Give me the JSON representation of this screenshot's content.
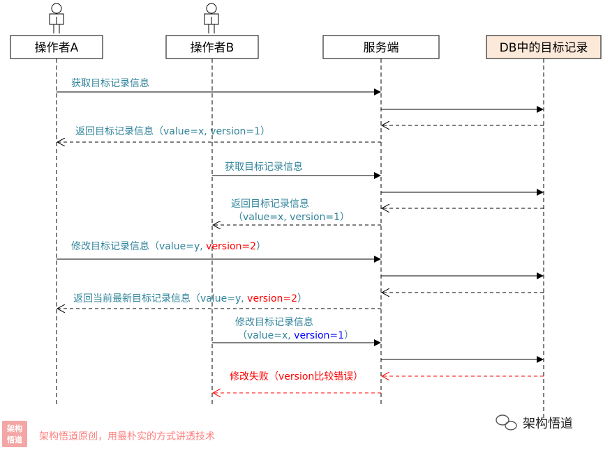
{
  "actors": {
    "a": "操作者A",
    "b": "操作者B",
    "server": "服务端",
    "db": "DB中的目标记录"
  },
  "messages": {
    "m1": "获取目标记录信息",
    "m2": "返回目标记录信息（value=x, version=1）",
    "m3": "获取目标记录信息",
    "m4_line1": "返回目标记录信息",
    "m4_line2": "（value=x, version=1）",
    "m5_prefix": "修改目标记录信息（value=y, ",
    "m5_version": "version=2",
    "m5_suffix": "）",
    "m6_prefix": "返回当前最新目标记录信息（value=y, ",
    "m6_version": "version=2",
    "m6_suffix": "）",
    "m7_line1": "修改目标记录信息",
    "m7_line2_prefix": "（value=x, ",
    "m7_line2_version": "version=1",
    "m7_line2_suffix": "）",
    "m8": "修改失败（version比较错误）"
  },
  "footer": {
    "badge_line1": "架构",
    "badge_line2": "悟道",
    "text": "架构悟道原创，用最朴实的方式讲透技术"
  },
  "watermark": {
    "text": "架构悟道"
  },
  "colors": {
    "label_teal": "#31849b",
    "highlight_red": "#ff0000",
    "highlight_blue": "#0000ff",
    "db_fill": "#fde9d9"
  }
}
